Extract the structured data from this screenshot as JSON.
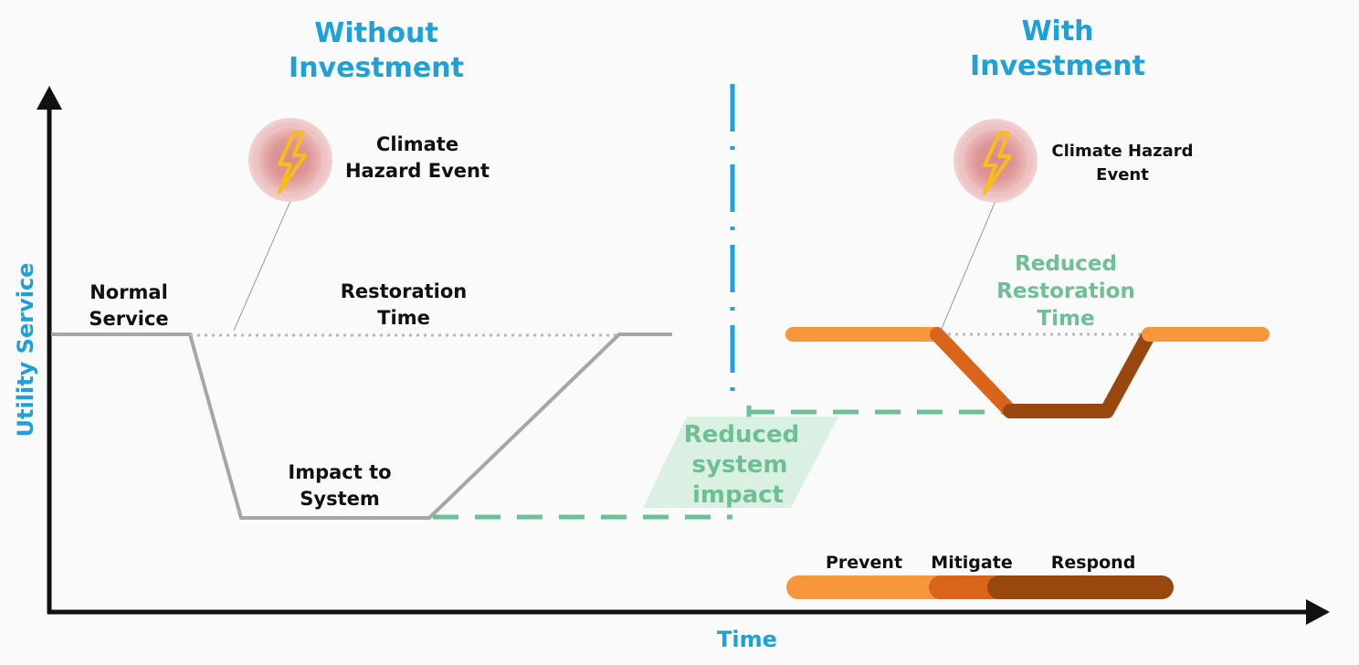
{
  "headings": {
    "without": [
      "Without",
      "Investment"
    ],
    "with": [
      "With",
      "Investment"
    ]
  },
  "axes": {
    "y_label": "Utility Service",
    "x_label": "Time"
  },
  "left_panel": {
    "normal_service": [
      "Normal",
      "Service"
    ],
    "hazard_event": [
      "Climate",
      "Hazard Event"
    ],
    "restoration_time": [
      "Restoration",
      "Time"
    ],
    "impact_to_system": [
      "Impact to",
      "System"
    ]
  },
  "middle": {
    "reduced_system_impact": [
      "Reduced",
      "system",
      "impact"
    ]
  },
  "right_panel": {
    "hazard_event": [
      "Climate Hazard",
      "Event"
    ],
    "reduced_restoration_time": [
      "Reduced",
      "Restoration",
      "Time"
    ],
    "phases": [
      "Prevent",
      "Mitigate",
      "Respond"
    ]
  },
  "colors": {
    "heading_blue": "#1ea0d8",
    "axis": "#111111",
    "gray_line": "#a6a6a6",
    "green": "#6dbf94",
    "green_fill": "#d6eee0",
    "orange": "#f7963b",
    "mid_orange": "#d9641a",
    "dark_brown": "#98480f",
    "hazard_ring": "#e8b4b4",
    "bolt": "#f7bd1a"
  },
  "icons": [
    "lightning-bolt-icon",
    "lightning-bolt-icon"
  ]
}
